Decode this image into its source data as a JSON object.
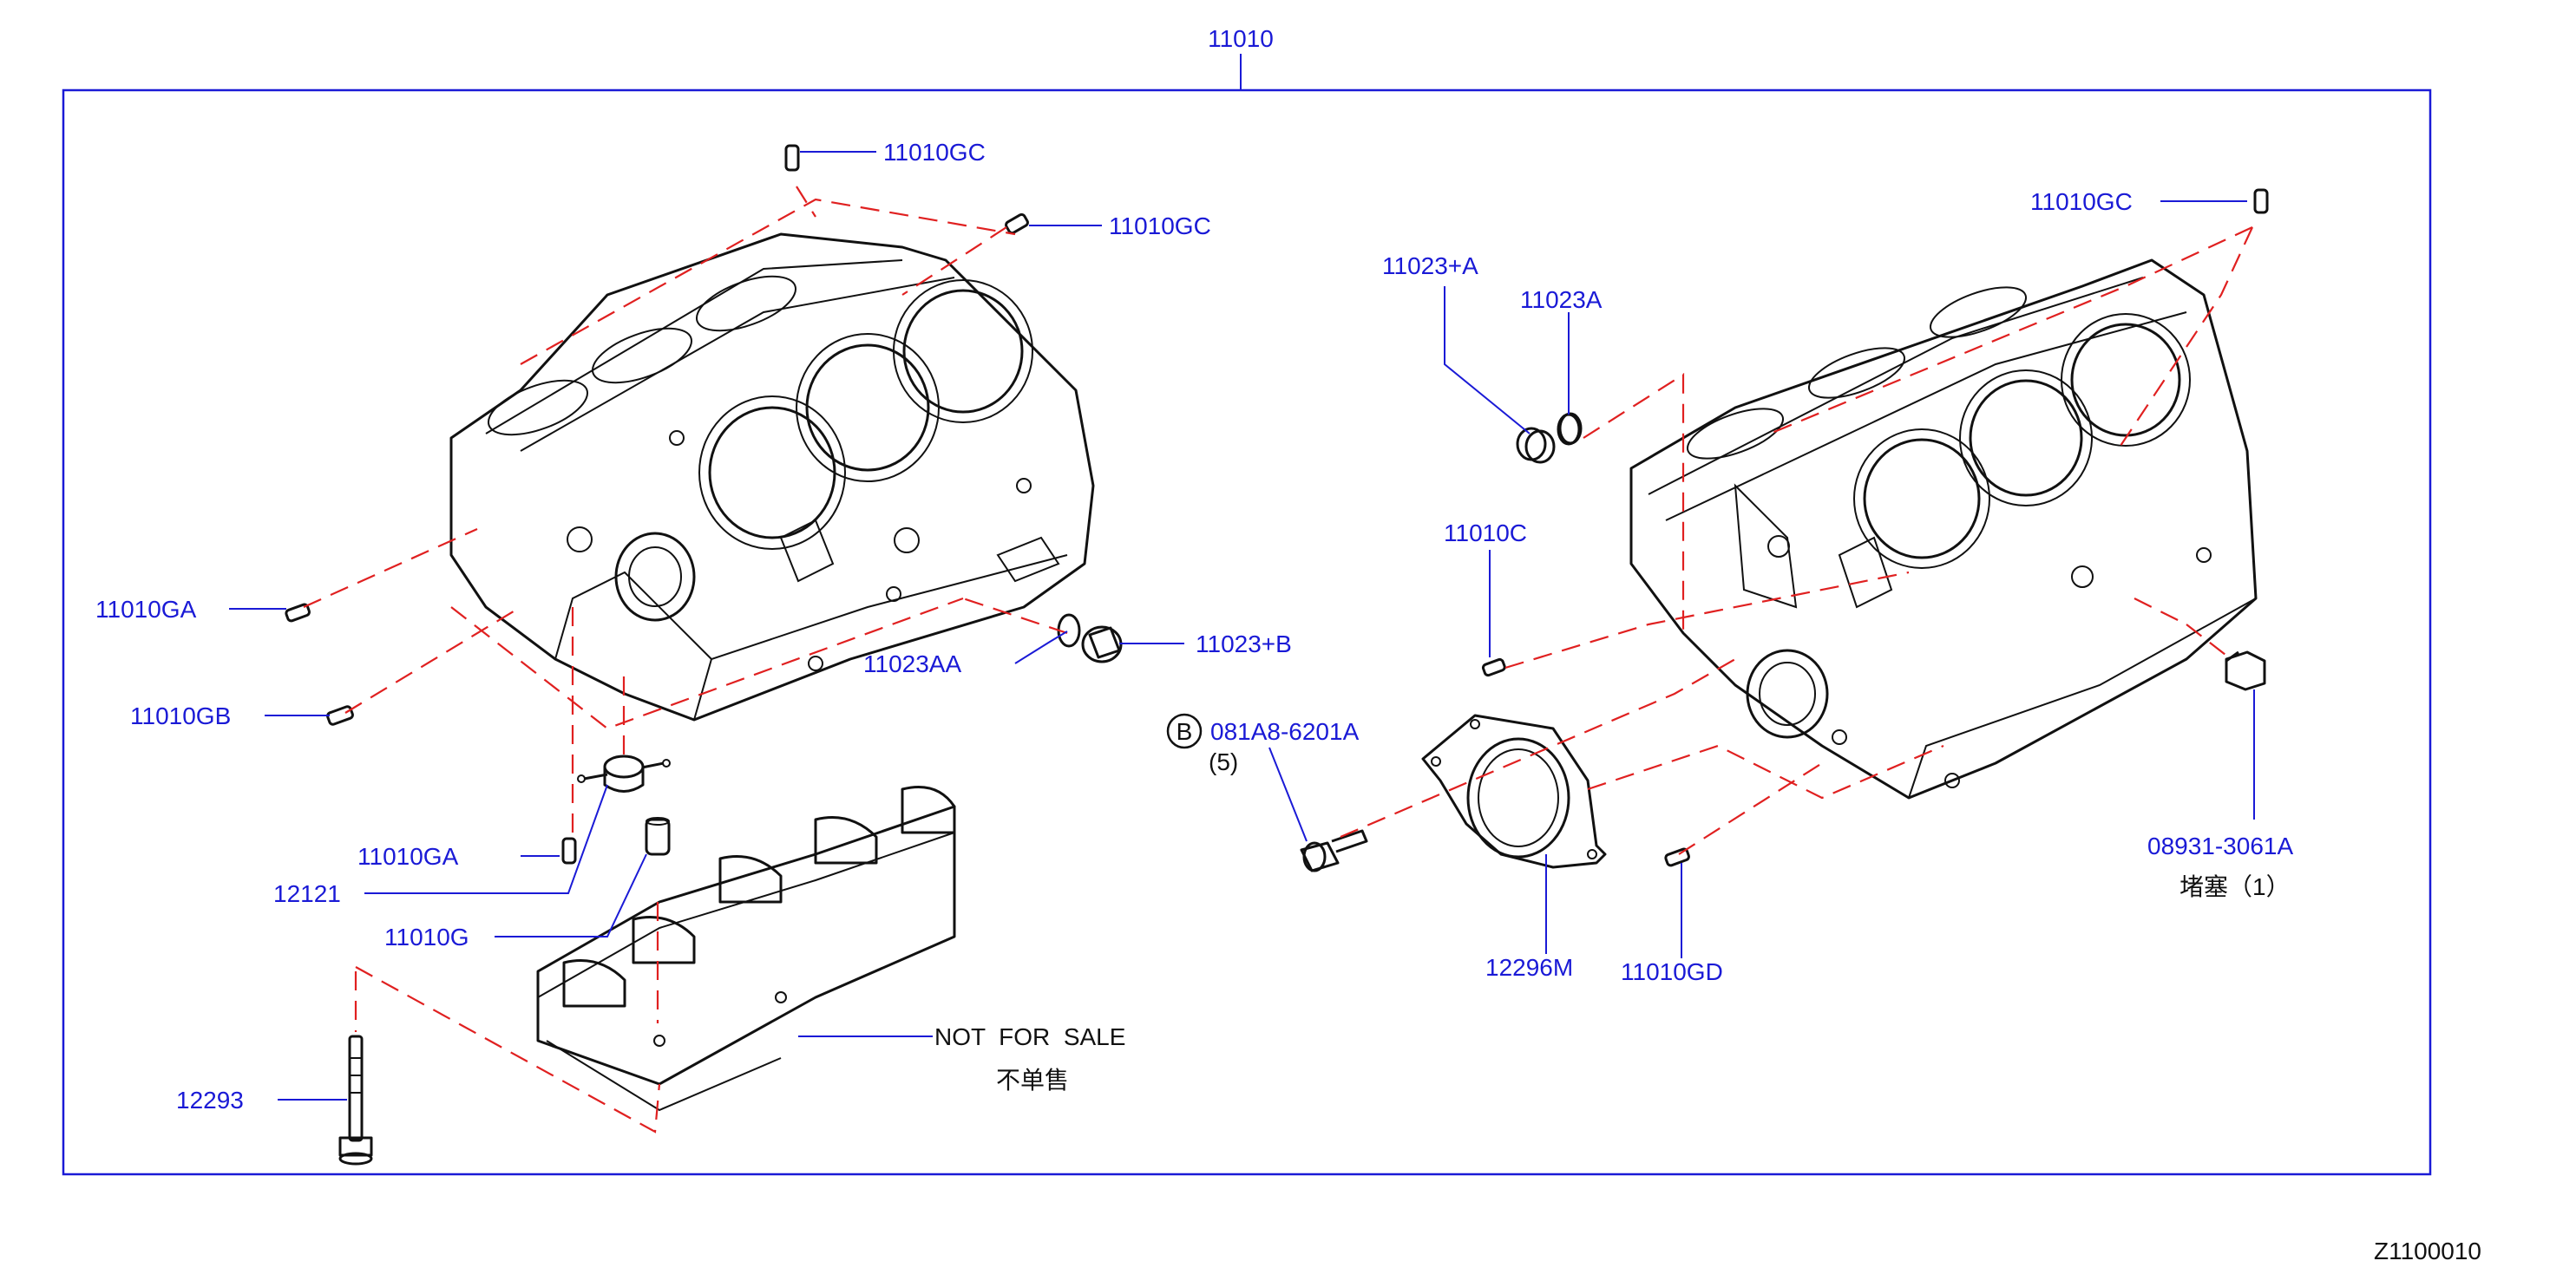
{
  "assembly": {
    "part_number": "11010"
  },
  "diagram_code": "Z1100010",
  "labels": {
    "gc_1": "11010GC",
    "gc_2": "11010GC",
    "gc_3": "11010GC",
    "ga_1": "11010GA",
    "gb": "11010GB",
    "ga_2": "11010GA",
    "p12121": "12121",
    "g": "11010G",
    "p12293": "12293",
    "not_for_sale": "NOT  FOR  SALE",
    "not_for_sale_cn": "不单售",
    "p11023aa": "11023AA",
    "p11023b": "11023+B",
    "p11023a_plus": "11023+A",
    "p11023a": "11023A",
    "c": "11010C",
    "bolt_code": "B",
    "bolt_part": "081A8-6201A",
    "bolt_qty": "(5)",
    "seal": "12296M",
    "gd": "11010GD",
    "plug_part": "08931-3061A",
    "plug_cn": "堵塞（1）"
  },
  "colors": {
    "label": "#1a1ad6",
    "frame": "#1a1ad6",
    "phantom": "#e02020",
    "line": "#111111"
  }
}
